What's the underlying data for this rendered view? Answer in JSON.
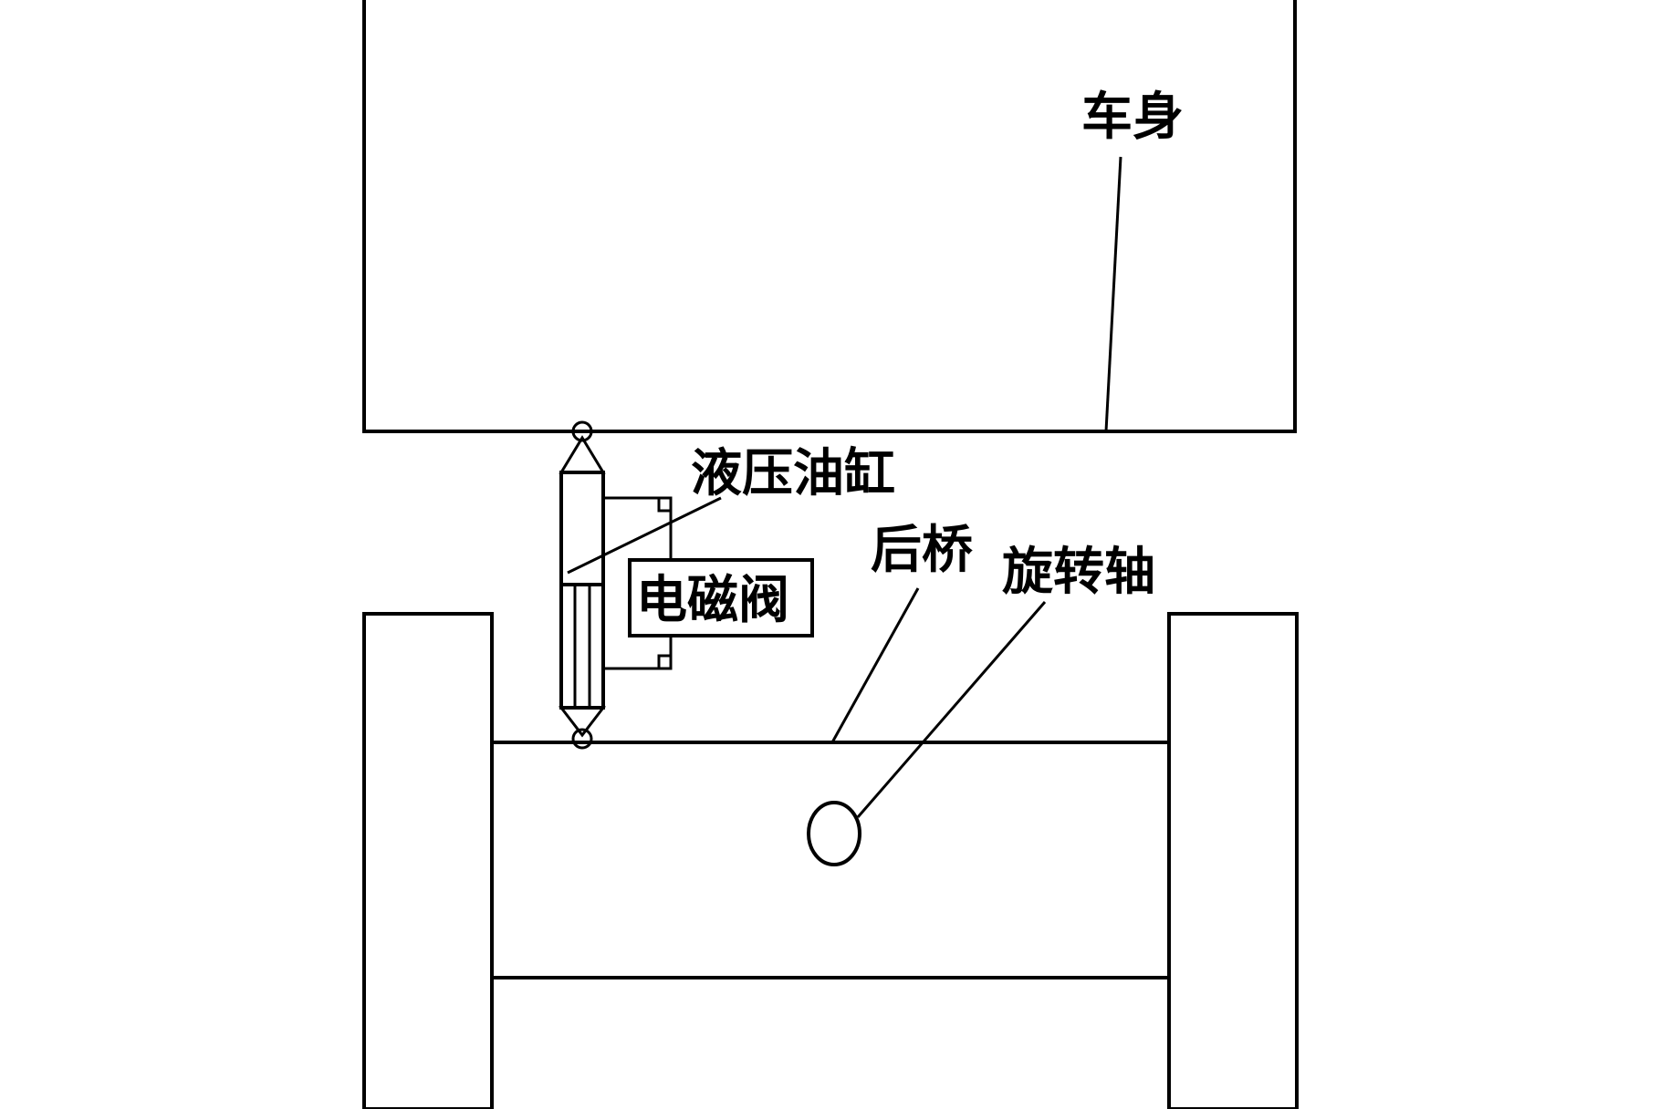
{
  "labels": {
    "body": "车身",
    "cylinder": "液压油缸",
    "rear_axle": "后桥",
    "rotating_shaft": "旋转轴",
    "solenoid_valve": "电磁阀"
  },
  "colors": {
    "line": "#000000",
    "background": "#ffffff"
  }
}
